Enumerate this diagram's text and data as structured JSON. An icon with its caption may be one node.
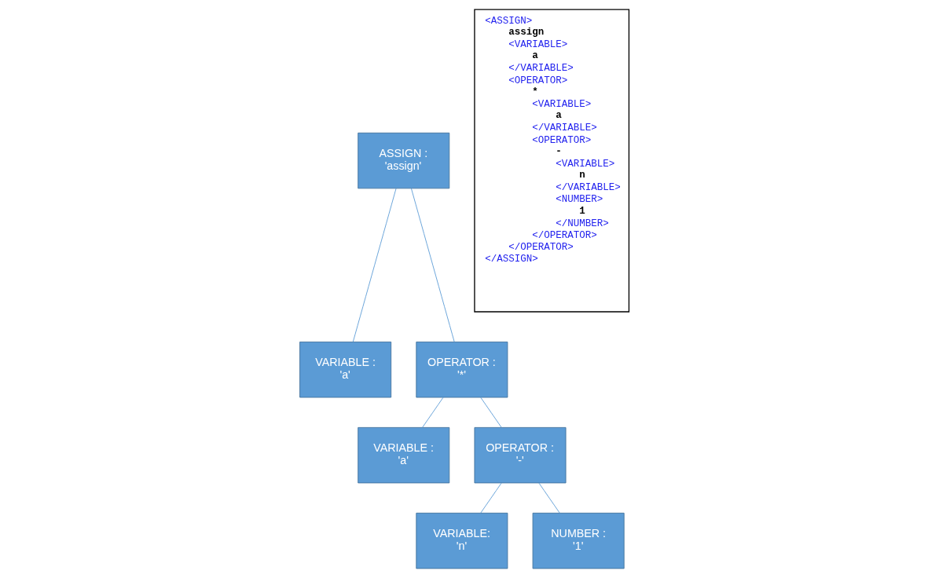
{
  "diagram": {
    "nodes": [
      {
        "text": [
          "ASSIGN : 'assign'"
        ]
      },
      {
        "text": [
          "VARIABLE : 'a'"
        ]
      },
      {
        "text": [
          "OPERATOR : '*'"
        ]
      },
      {
        "text": [
          "VARIABLE : 'a'"
        ]
      },
      {
        "text": [
          "OPERATOR : '-'"
        ]
      },
      {
        "text": [
          "VARIABLE: 'n'"
        ]
      },
      {
        "text": [
          "NUMBER : '1'"
        ]
      },
      {
        "text": [
          "<ASSIGN>",
          "assign",
          "<VARIABLE>",
          "a",
          "</VARIABLE>",
          "<OPERATOR>",
          "*",
          "<VARIABLE>",
          "a",
          "</VARIABLE>",
          "<OPERATOR>",
          "-",
          "<VARIABLE>",
          "n",
          "</VARIABLE>",
          "<NUMBER>",
          "1",
          "</NUMBER>",
          "</OPERATOR>",
          "</OPERATOR>",
          "</ASSIGN>"
        ]
      }
    ],
    "edges": [
      {
        "from": 0,
        "to": 1,
        "arrow": "none"
      },
      {
        "from": 0,
        "to": 2,
        "arrow": "none"
      },
      {
        "from": 2,
        "to": 3,
        "arrow": "none"
      },
      {
        "from": 2,
        "to": 4,
        "arrow": "none"
      },
      {
        "from": 4,
        "to": 5,
        "arrow": "none"
      },
      {
        "from": 4,
        "to": 6,
        "arrow": "none"
      }
    ]
  }
}
